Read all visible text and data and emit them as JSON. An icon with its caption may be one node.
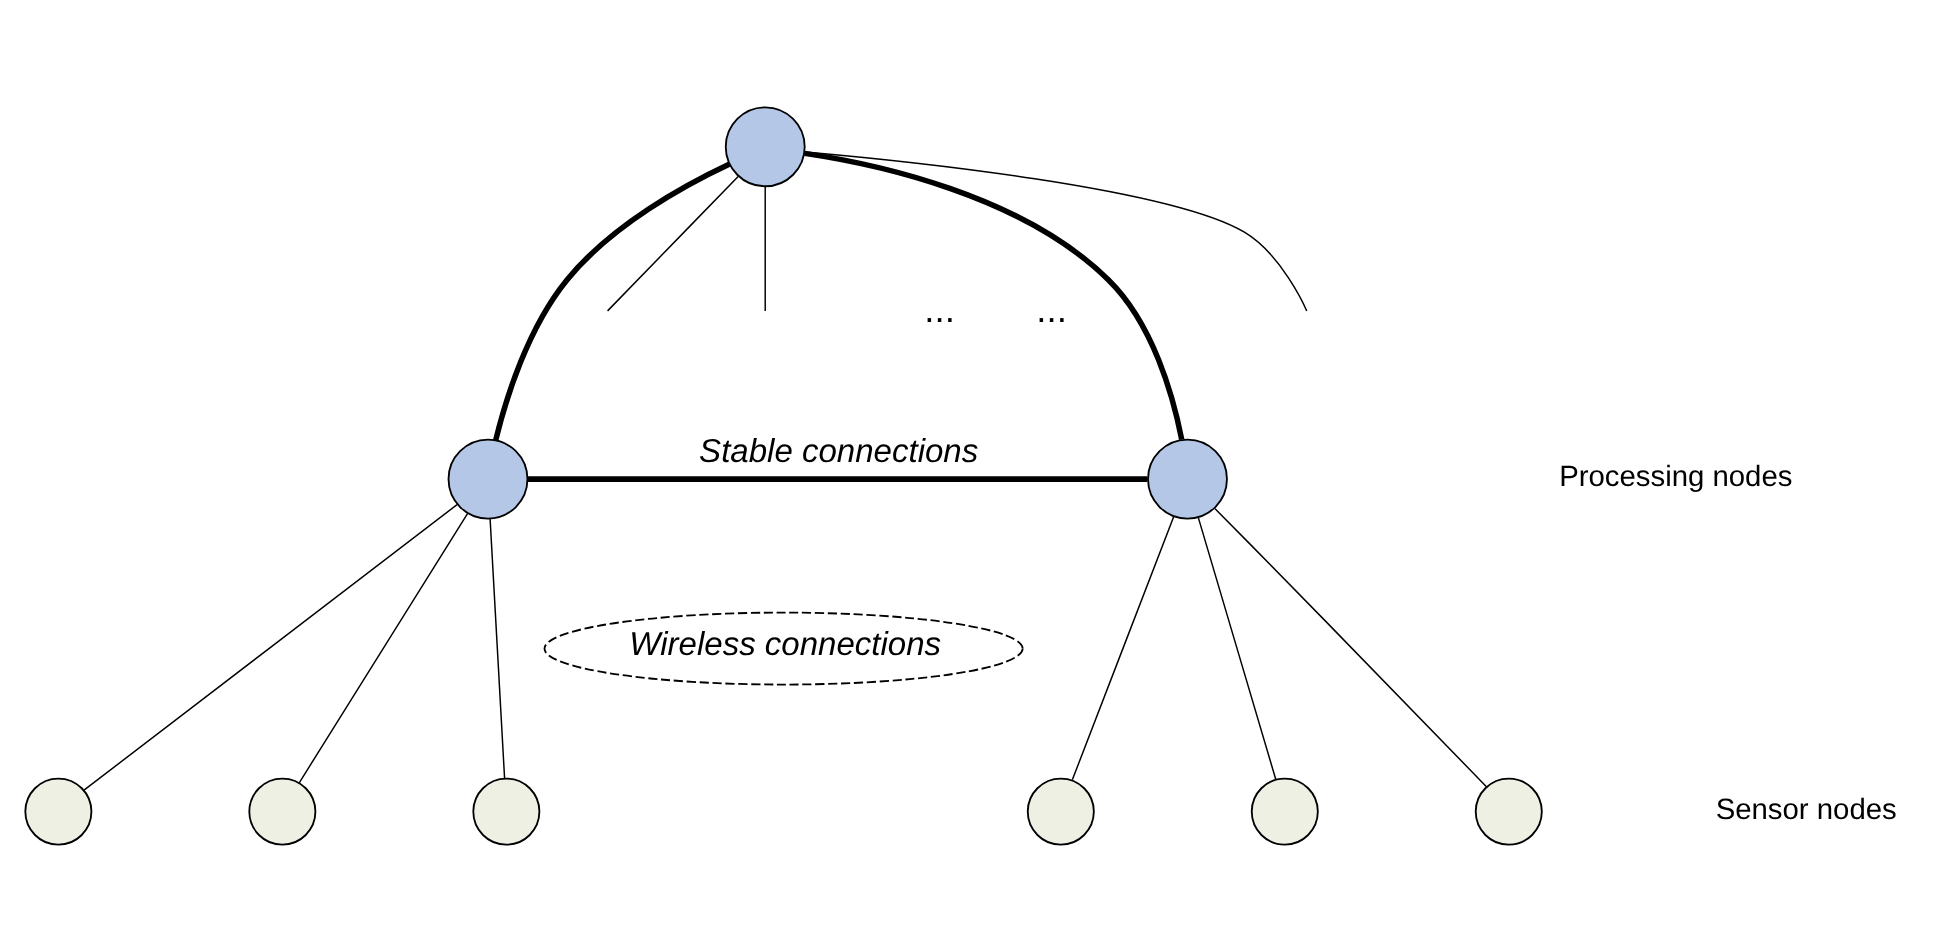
{
  "diagram": {
    "nodes": [
      {
        "text": [],
        "shape": "circle"
      },
      {
        "text": [],
        "shape": "circle"
      },
      {
        "text": [],
        "shape": "circle"
      },
      {
        "text": [
          "Wireless connections"
        ]
      },
      {
        "text": [],
        "shape": "circle"
      },
      {
        "text": [],
        "shape": "circle"
      },
      {
        "text": [],
        "shape": "circle"
      },
      {
        "text": [],
        "shape": "circle"
      },
      {
        "text": [],
        "shape": "circle"
      },
      {
        "text": [],
        "shape": "circle"
      }
    ],
    "edges": [
      {
        "from": 0,
        "to": null,
        "arrow": "none"
      },
      {
        "from": 0,
        "to": null,
        "arrow": "none"
      },
      {
        "from": 0,
        "to": null,
        "arrow": "none"
      },
      {
        "from": 0,
        "to": 1,
        "arrow": "none",
        "style": "thick"
      },
      {
        "from": 0,
        "to": 2,
        "arrow": "none",
        "style": "thick"
      },
      {
        "from": 1,
        "to": 2,
        "arrow": "none",
        "style": "thick",
        "label": "Stable connections"
      },
      {
        "from": 1,
        "to": 4,
        "arrow": "none"
      },
      {
        "from": 1,
        "to": 5,
        "arrow": "none"
      },
      {
        "from": 1,
        "to": 6,
        "arrow": "none"
      },
      {
        "from": 2,
        "to": 7,
        "arrow": "none"
      },
      {
        "from": 2,
        "to": 8,
        "arrow": "none"
      },
      {
        "from": 2,
        "to": 9,
        "arrow": "none"
      }
    ],
    "labels": [
      "...",
      "...",
      "Processing nodes",
      "Sensor nodes"
    ]
  }
}
